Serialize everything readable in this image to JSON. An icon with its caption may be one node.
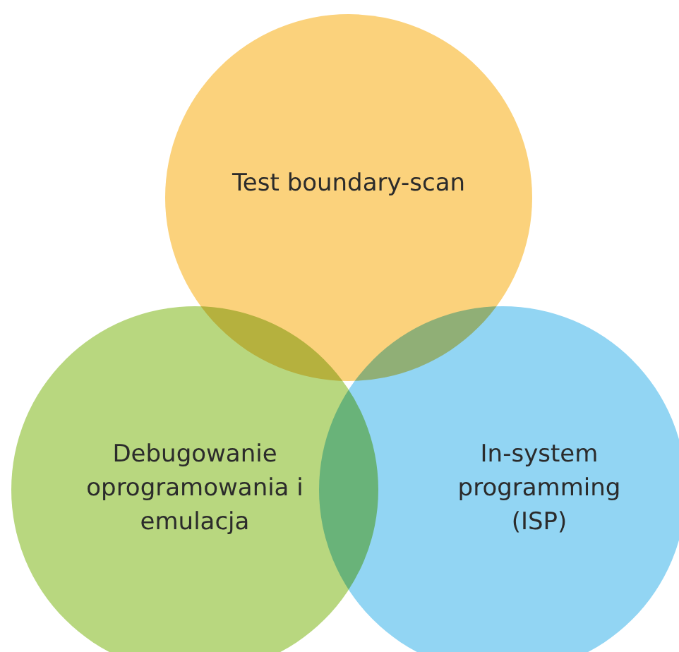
{
  "diagram": {
    "nodes": [
      {
        "text": [
          "Test boundary-scan"
        ]
      },
      {
        "text": [
          "Debugowanie oprogramowania i emulacja"
        ]
      },
      {
        "text": [
          "In-system programming (ISP)"
        ]
      }
    ]
  }
}
